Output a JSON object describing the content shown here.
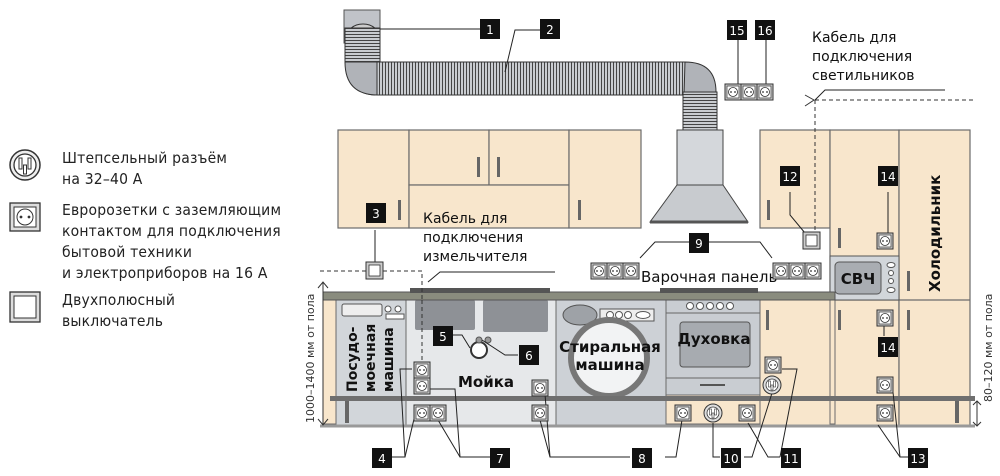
{
  "legend": [
    {
      "icon": "power-plug-socket-icon",
      "text": "Штепсельный разъём\nна 32–40 А"
    },
    {
      "icon": "euro-socket-icon",
      "text": "Евророзетки с заземляющим\nконтактом для подключения\nбытовой техники\nи электроприборов на 16 А"
    },
    {
      "icon": "bipolar-switch-icon",
      "text": "Двухполюсный\nвыключатель"
    }
  ],
  "labels": {
    "grinder_cable": [
      "Кабель для",
      "подключения",
      "измельчителя"
    ],
    "lights_cable": [
      "Кабель для",
      "подключения",
      "светильников"
    ],
    "hob": "Варочная панель",
    "dishwasher": [
      "Посудо-",
      "моечная",
      "машина"
    ],
    "sink": "Мойка",
    "washer": [
      "Стиральная",
      "машина"
    ],
    "oven": "Духовка",
    "microwave": "СВЧ",
    "fridge": "Холодильник",
    "height_main": "1000–1400 мм от пола",
    "height_low": "80–120 мм от пола"
  },
  "markers": [
    "1",
    "2",
    "3",
    "4",
    "5",
    "6",
    "7",
    "8",
    "9",
    "10",
    "11",
    "12",
    "13",
    "14",
    "14",
    "15",
    "16"
  ],
  "colors": {
    "cabinet": "#f8e6cc",
    "appliance": "#d2d6da",
    "countertop": "#8a8c7e",
    "marker_bg": "#111111",
    "line": "#222222"
  }
}
